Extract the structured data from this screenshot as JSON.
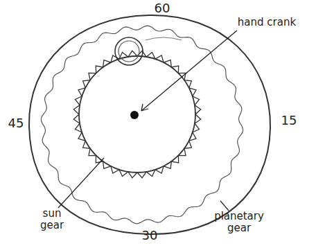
{
  "diagram": {
    "labels": [
      "60",
      "45",
      "15",
      "hand crank",
      "30",
      "sun gear",
      "planetary gear"
    ]
  }
}
